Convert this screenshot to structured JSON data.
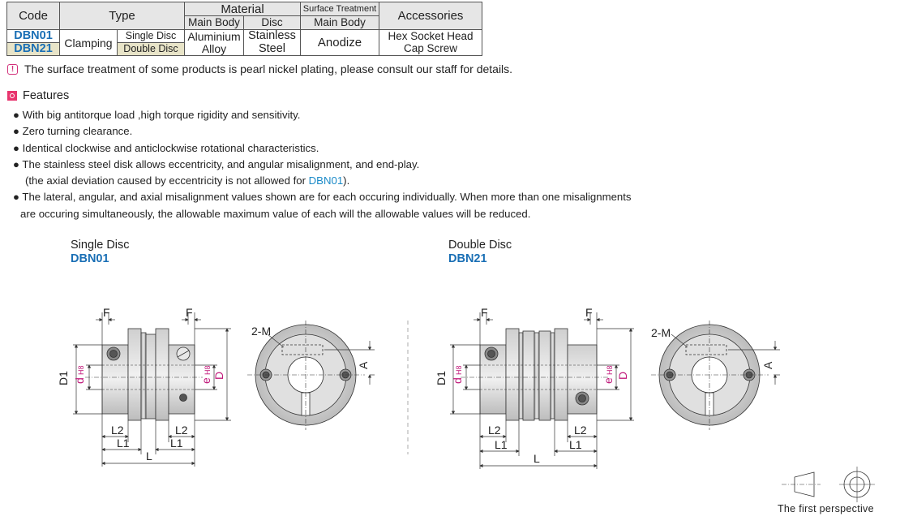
{
  "table": {
    "headers": {
      "code": "Code",
      "type": "Type",
      "material": "Material",
      "surface_treatment": "Surface Treatment",
      "accessories": "Accessories",
      "main_body": "Main Body",
      "disc": "Disc",
      "st_main_body": "Main Body"
    },
    "rows": [
      {
        "code": "DBN01",
        "type_sub": "Single Disc"
      },
      {
        "code": "DBN21",
        "type_sub": "Double Disc"
      }
    ],
    "type_main": "Clamping",
    "main_body_material": "Aluminium Alloy",
    "disc_material": "Stainless Steel",
    "surface": "Anodize",
    "accessories": "Hex Socket Head Cap Screw"
  },
  "note": "The surface treatment of some products is pearl nickel plating, please consult our staff for details.",
  "features": {
    "title": "Features",
    "items": [
      "With big antitorque load ,high torque rigidity and sensitivity.",
      "Zero turning clearance.",
      "Identical clockwise and anticlockwise rotational characteristics.",
      "The stainless steel disk allows eccentricity, and angular misalignment, and end-play."
    ],
    "item4_cont_prefix": "(the axial deviation caused by eccentricity is not allowed for ",
    "item4_cont_code": "DBN01",
    "item4_cont_suffix": ").",
    "item5_line1": "The lateral, angular, and axial misalignment values shown are for each occuring individually. When more than one misalignments",
    "item5_line2": "are occuring simultaneously, the allowable  maximum value of each will the allowable  values will be reduced."
  },
  "diagrams": {
    "single": {
      "title": "Single Disc",
      "code": "DBN01"
    },
    "double": {
      "title": "Double Disc",
      "code": "DBN21"
    },
    "dims": {
      "F": "F",
      "L": "L",
      "L1": "L1",
      "L2": "L2",
      "D": "D",
      "D1": "D1",
      "d": "d",
      "e": "e",
      "H8": "H8",
      "M": "2-M",
      "A": "A"
    }
  },
  "first_perspective": "The first perspective"
}
